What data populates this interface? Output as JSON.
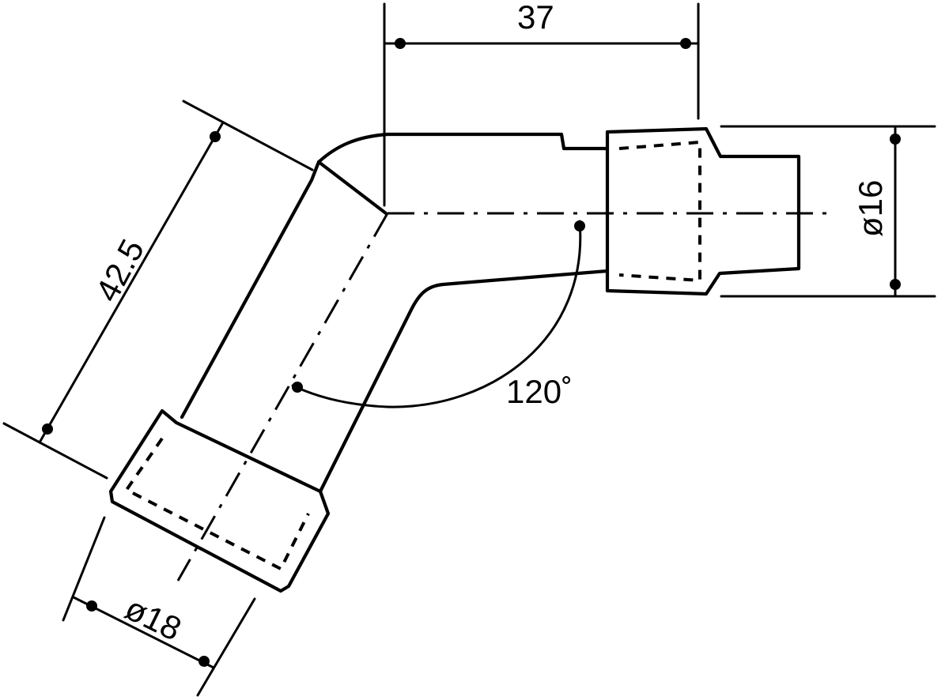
{
  "dimensions": {
    "offset": "37",
    "cap_diameter": "ø16",
    "length": "42.5",
    "body_diameter": "ø18",
    "angle": "120˚"
  },
  "colors": {
    "ink": "#000000",
    "paper": "#ffffff"
  }
}
